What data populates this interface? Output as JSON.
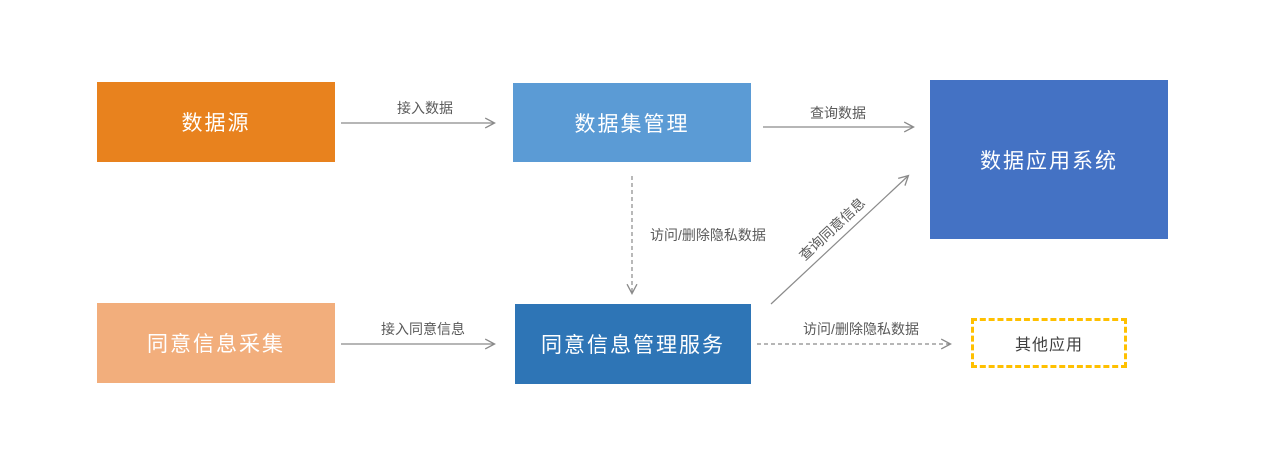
{
  "diagram": {
    "title": "",
    "colors": {
      "data_source_bg": "#E8821E",
      "dataset_mgmt_bg": "#5B9BD5",
      "data_app_bg": "#4472C4",
      "consent_collect_bg": "#F2AE7C",
      "consent_mgmt_bg": "#2E75B6",
      "other_apps_border": "#FFC000",
      "arrow_gray": "#8a8a8a",
      "label_gray": "#595959",
      "node_text": "#ffffff"
    },
    "nodes": [
      {
        "id": "data-source",
        "label": "数据源"
      },
      {
        "id": "dataset-mgmt",
        "label": "数据集管理"
      },
      {
        "id": "data-app",
        "label": "数据应用系统"
      },
      {
        "id": "consent-collect",
        "label": "同意信息采集"
      },
      {
        "id": "consent-mgmt",
        "label": "同意信息管理服务"
      },
      {
        "id": "other-apps",
        "label": "其他应用"
      }
    ],
    "edges": [
      {
        "id": "access-data",
        "label": "接入数据",
        "style": "solid",
        "from": "data-source",
        "to": "dataset-mgmt"
      },
      {
        "id": "query-data",
        "label": "查询数据",
        "style": "solid",
        "from": "dataset-mgmt",
        "to": "data-app"
      },
      {
        "id": "access-delete-private",
        "label": "访问/删除隐私数据",
        "style": "dashed",
        "from": "dataset-mgmt",
        "to": "consent-mgmt"
      },
      {
        "id": "query-consent-info",
        "label": "查询同意信息",
        "style": "solid",
        "from": "consent-mgmt",
        "to": "data-app"
      },
      {
        "id": "access-consent-info",
        "label": "接入同意信息",
        "style": "solid",
        "from": "consent-collect",
        "to": "consent-mgmt"
      },
      {
        "id": "access-delete-private-2",
        "label": "访问/删除隐私数据",
        "style": "dashed",
        "from": "consent-mgmt",
        "to": "other-apps"
      }
    ]
  }
}
